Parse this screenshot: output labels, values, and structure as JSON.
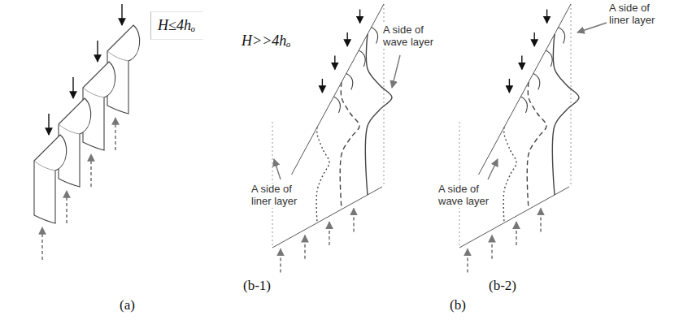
{
  "diagram": {
    "labels": [
      "H≤4hₒ",
      "(a)",
      "H>>4hₒ",
      "A side of wave layer",
      "A side of liner layer",
      "(b-1)",
      "A side of liner layer",
      "A side of wave layer",
      "(b-2)",
      "(b)"
    ]
  }
}
